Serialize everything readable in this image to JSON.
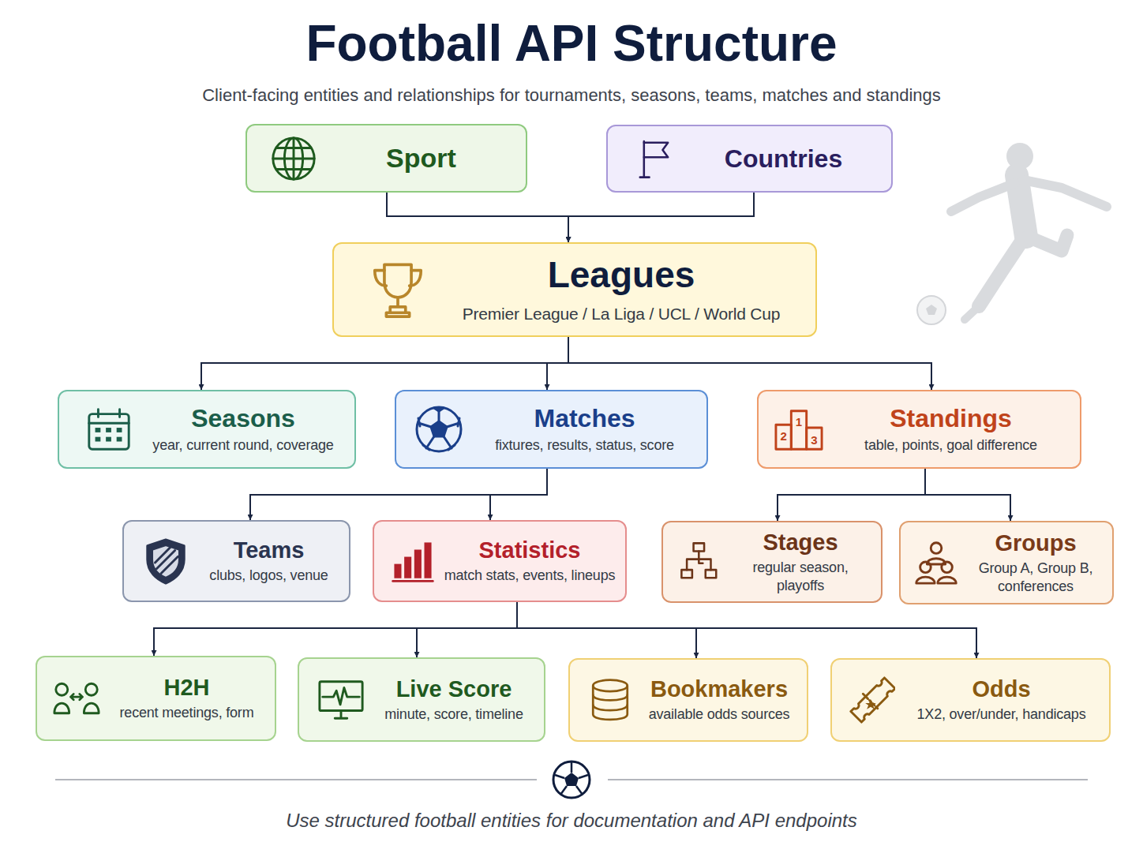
{
  "diagram": {
    "title": "Football API Structure",
    "caption": "Use structured football entities for documentation and API endpoints",
    "nodes": [
      {
        "text": [
          "Sport"
        ]
      },
      {
        "text": [
          "Countries"
        ]
      },
      {
        "text": [
          "Leagues",
          "Premier League / La Liga / UCL / World Cup"
        ]
      },
      {
        "text": [
          "Seasons",
          "year, current round, coverage"
        ]
      },
      {
        "text": [
          "Matches",
          "fixtures, results, status, score"
        ]
      },
      {
        "text": [
          "Standings",
          "table, points, goal difference"
        ]
      },
      {
        "text": [
          "Teams",
          "clubs, logos, venue"
        ]
      },
      {
        "text": [
          "Statistics",
          "match stats, events, lineups"
        ]
      },
      {
        "text": [
          "Stages",
          "regular season, playoffs"
        ]
      },
      {
        "text": [
          "Groups",
          "Group A, Group B, conferences"
        ]
      },
      {
        "text": [
          "H2H",
          "recent meetings, form"
        ]
      },
      {
        "text": [
          "Live Score",
          "minute, score, timeline"
        ]
      },
      {
        "text": [
          "Bookmakers",
          "available odds sources"
        ]
      },
      {
        "text": [
          "Odds",
          "1X2, over/under, handicaps"
        ]
      }
    ],
    "edges": [
      {
        "from": 0,
        "to": 2,
        "arrow": "to"
      },
      {
        "from": 1,
        "to": 2,
        "arrow": "to"
      },
      {
        "from": 2,
        "to": 3,
        "arrow": "to"
      },
      {
        "from": 2,
        "to": 4,
        "arrow": "to"
      },
      {
        "from": 2,
        "to": 5,
        "arrow": "to"
      },
      {
        "from": 4,
        "to": 6,
        "arrow": "to"
      },
      {
        "from": 4,
        "to": 7,
        "arrow": "to"
      },
      {
        "from": 5,
        "to": 8,
        "arrow": "to"
      },
      {
        "from": 5,
        "to": 9,
        "arrow": "to"
      },
      {
        "from": 7,
        "to": 10,
        "arrow": "to"
      },
      {
        "from": 7,
        "to": 11,
        "arrow": "to"
      },
      {
        "from": 7,
        "to": 12,
        "arrow": "to"
      },
      {
        "from": 7,
        "to": 13,
        "arrow": "to"
      }
    ],
    "labels": [
      "Client-facing entities and relationships for tournaments, seasons, teams, matches and standings",
      "1",
      "2",
      "3"
    ]
  }
}
